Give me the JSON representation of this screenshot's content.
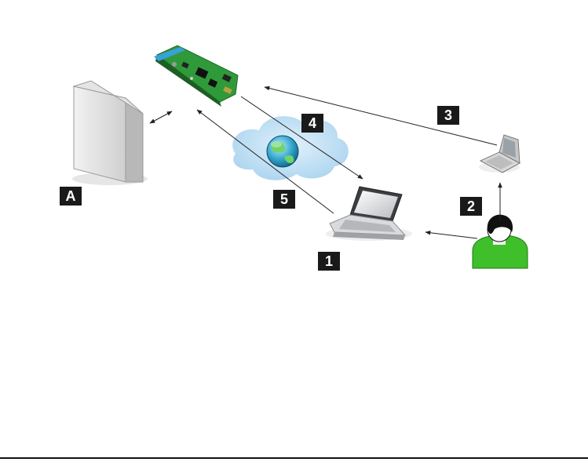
{
  "labels": {
    "server": "A",
    "laptop": "1",
    "user_to_phone": "2",
    "phone_to_card": "3",
    "card_to_laptop": "4",
    "laptop_to_card": "5"
  },
  "icons": {
    "server": "server-tower-icon",
    "card": "circuit-board-icon",
    "network": "globe-cloud-icon",
    "laptop": "laptop-icon",
    "phone": "mobile-phone-icon",
    "user": "user-person-icon"
  },
  "colors": {
    "label_bg": "#1a1a1a",
    "label_text": "#ffffff",
    "user_green": "#3fbf2a",
    "board_green": "#2f9a3a"
  }
}
